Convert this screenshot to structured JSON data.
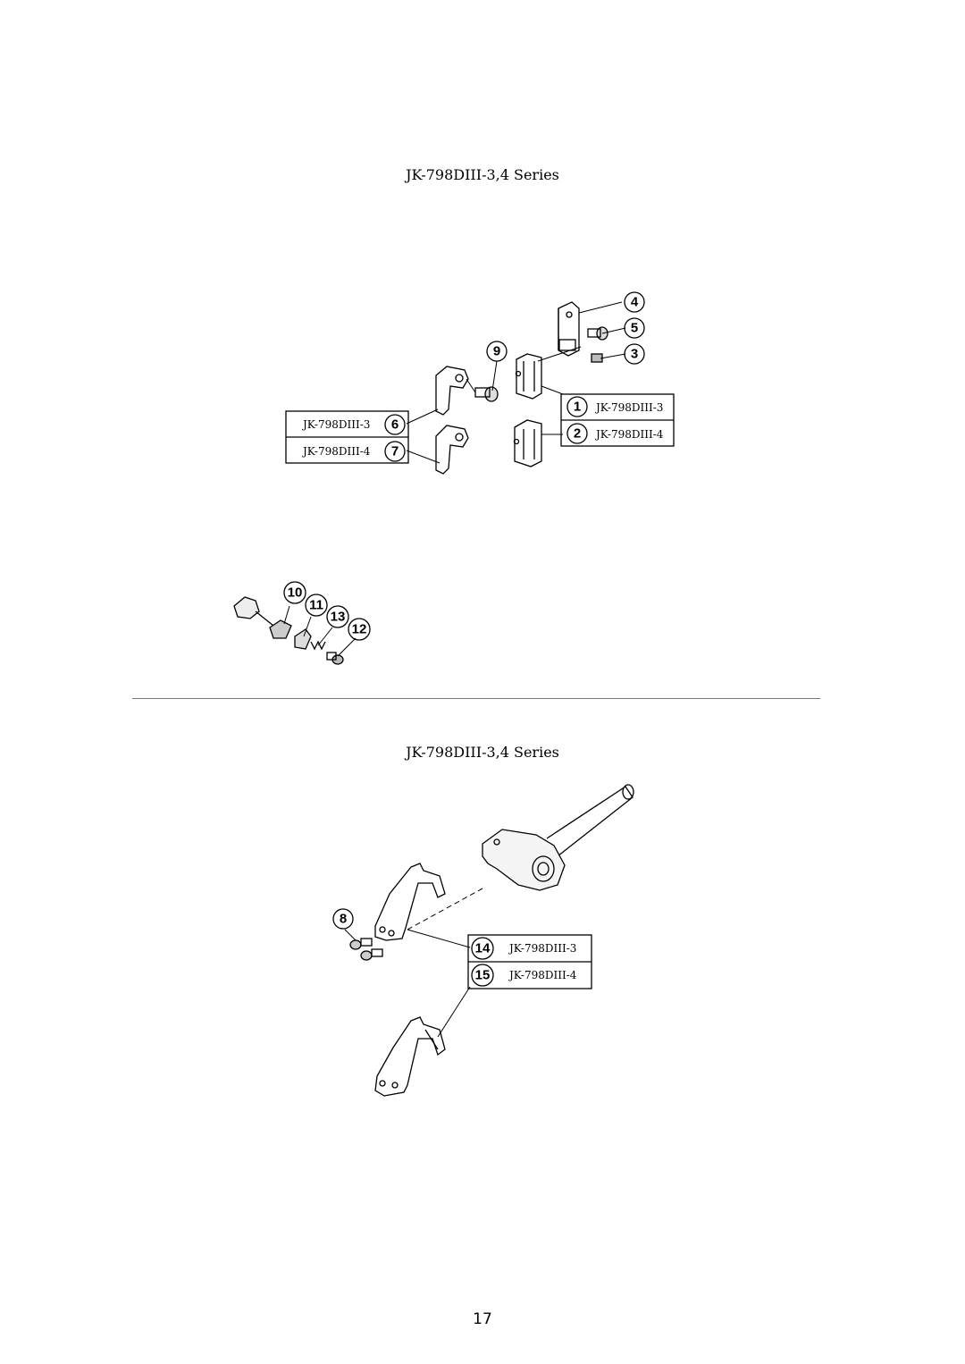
{
  "titles": {
    "top": "JK-798DIII-3,4 Series",
    "bottom": "JK-798DIII-3,4 Series"
  },
  "callouts": {
    "c1": "1",
    "c2": "2",
    "c3": "3",
    "c4": "4",
    "c5": "5",
    "c6": "6",
    "c7": "7",
    "c8": "8",
    "c9": "9",
    "c10": "10",
    "c11": "11",
    "c12": "12",
    "c13": "13",
    "c14": "14",
    "c15": "15"
  },
  "variants": {
    "v1": "JK-798DIII-3",
    "v2": "JK-798DIII-4",
    "v6": "JK-798DIII-3",
    "v7": "JK-798DIII-4",
    "v14": "JK-798DIII-3",
    "v15": "JK-798DIII-4"
  },
  "page_number": "17"
}
